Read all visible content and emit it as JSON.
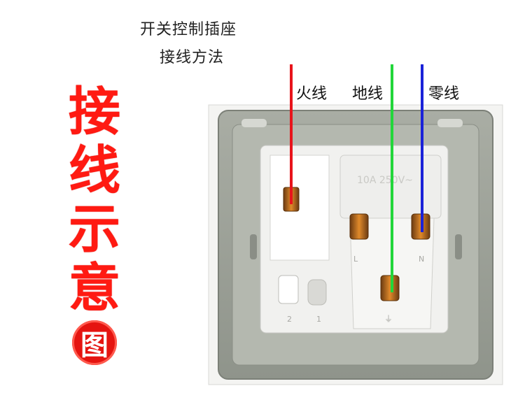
{
  "heading": {
    "line1": "开关控制插座",
    "line2": "接线方法"
  },
  "side_title": {
    "chars": [
      "接",
      "线",
      "示",
      "意"
    ],
    "badge": "图"
  },
  "wires": {
    "live": {
      "label": "火线",
      "color": "#e8141b"
    },
    "earth": {
      "label": "地线",
      "color": "#22d63a"
    },
    "neutral": {
      "label": "零线",
      "color": "#1a22d8"
    }
  },
  "socket_markings": {
    "rating": "10A 250V~",
    "terminal_l": "L",
    "terminal_n": "N",
    "terminal_earth": "⏚",
    "terminal_1": "1",
    "terminal_2": "2"
  }
}
